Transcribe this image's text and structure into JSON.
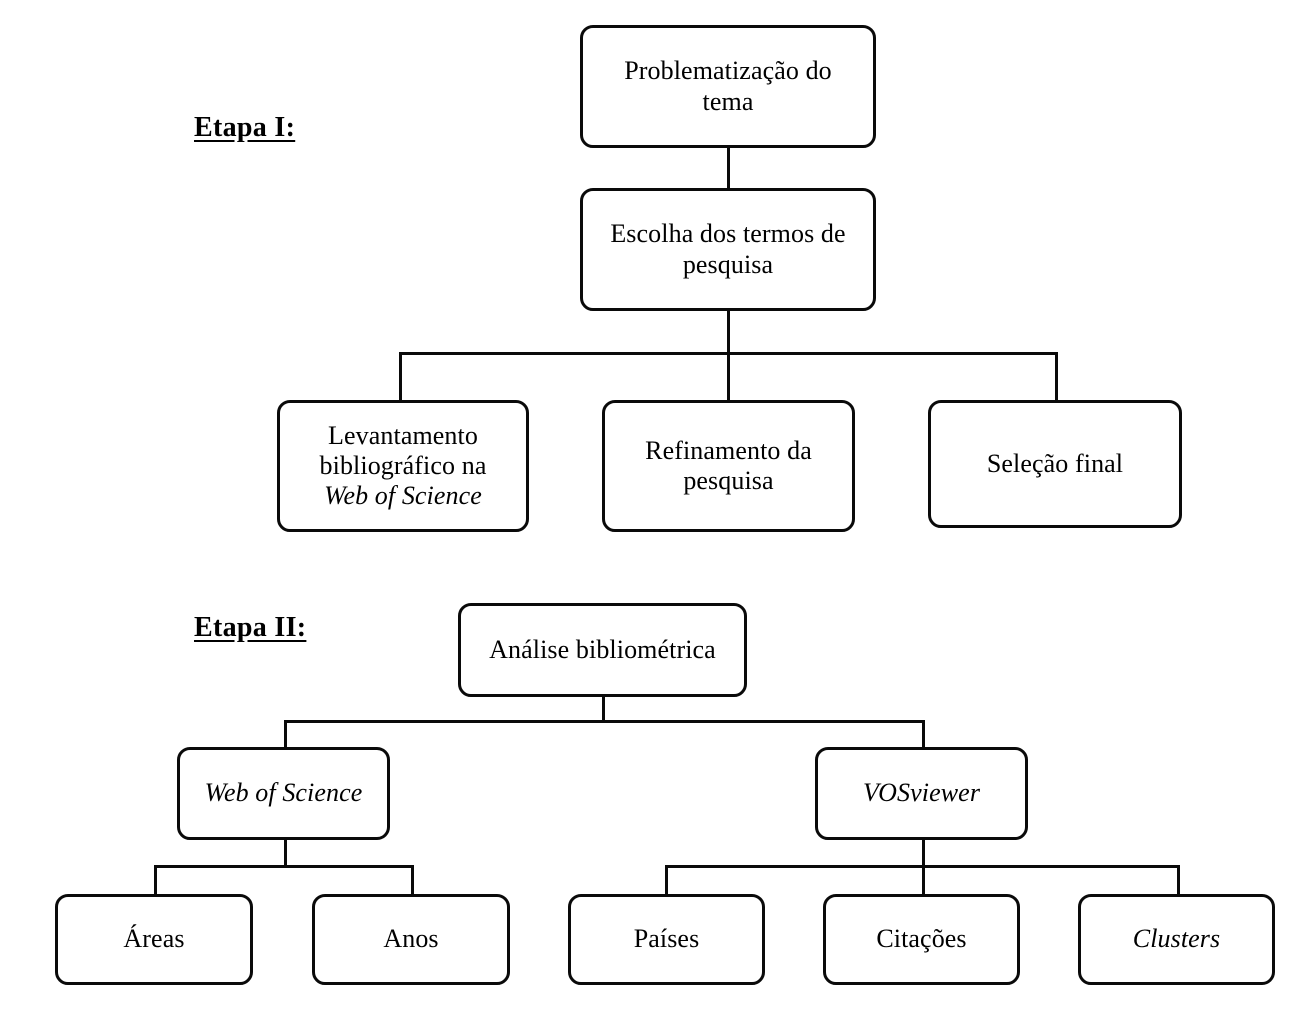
{
  "diagram": {
    "title_present": false,
    "background_color": "#ffffff",
    "line_color": "#0a0a0a",
    "text_color": "#000000",
    "stages": [
      {
        "id": "stage-1",
        "label": "Etapa I:"
      },
      {
        "id": "stage-2",
        "label": "Etapa II:"
      }
    ],
    "nodes": {
      "problematizacao": {
        "line1": "Problematização do",
        "line2": "tema"
      },
      "escolha_termos": {
        "line1": "Escolha dos termos de",
        "line2": "pesquisa"
      },
      "levantamento": {
        "line1": "Levantamento",
        "line2": "bibliográfico na",
        "line3": "Web of Science"
      },
      "refinamento": {
        "line1": "Refinamento da",
        "line2": "pesquisa"
      },
      "selecao_final": {
        "line1": "Seleção final"
      },
      "analise": {
        "line1": "Análise bibliométrica"
      },
      "web_of_science": {
        "line1": "Web of Science"
      },
      "vosviewer": {
        "line1": "VOSviewer"
      },
      "areas": {
        "line1": "Áreas"
      },
      "anos": {
        "line1": "Anos"
      },
      "paises": {
        "line1": "Países"
      },
      "citacoes": {
        "line1": "Citações"
      },
      "clusters": {
        "line1": "Clusters"
      }
    }
  }
}
